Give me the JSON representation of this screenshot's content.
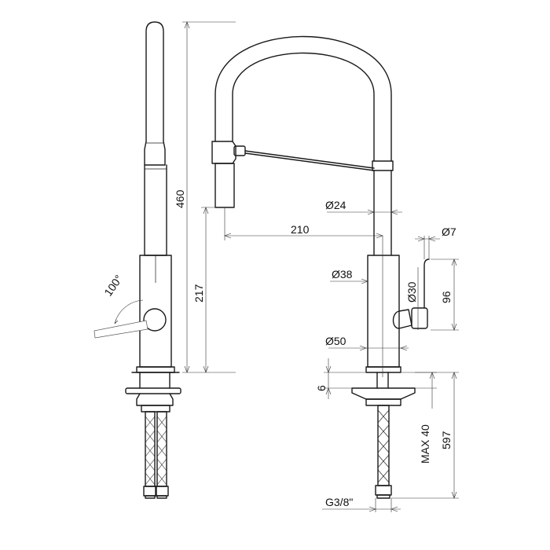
{
  "dimensions": {
    "height_total": "460",
    "height_spout": "217",
    "spout_reach": "210",
    "spout_diameter": "Ø24",
    "body_diameter": "Ø38",
    "base_diameter": "Ø50",
    "lever_pivot_diameter": "Ø30",
    "lever_width": "Ø7",
    "lever_height": "96",
    "base_plate_thickness": "6",
    "max_counter_thickness": "MAX 40",
    "hose_length": "597",
    "connection_thread": "G3/8\"",
    "lever_rotation_angle": "100°"
  }
}
